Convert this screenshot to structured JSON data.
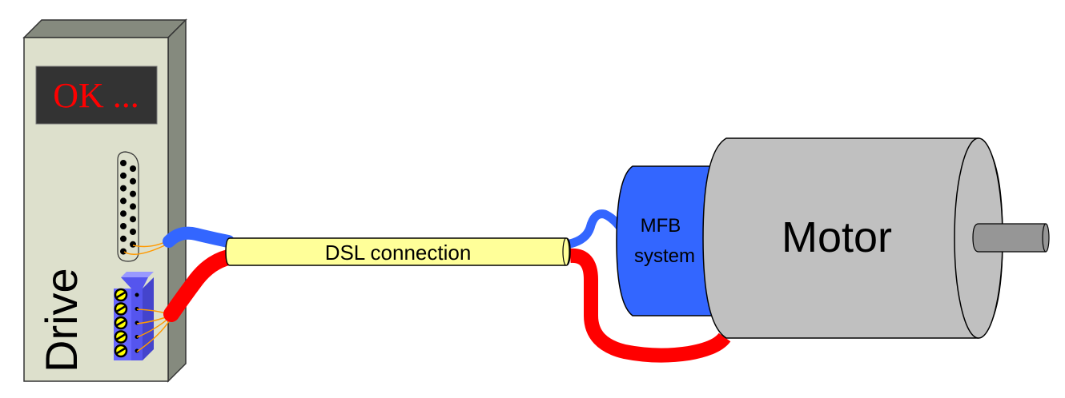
{
  "diagram": {
    "drive": {
      "label": "Drive",
      "display_text": "OK ...",
      "display_text_color": "#ff0000"
    },
    "cable": {
      "label": "DSL connection"
    },
    "feedback": {
      "label_line1": "MFB",
      "label_line2": "system"
    },
    "motor": {
      "label": "Motor"
    },
    "colors": {
      "drive_front": "#dde0cc",
      "drive_side": "#858a7e",
      "display_bg": "#333333",
      "cable_jacket": "#ffff99",
      "signal_wire": "#3366ff",
      "power_wire": "#ff0000",
      "thin_wire": "#ff9900",
      "terminal_block": "#5555ee",
      "screw": "#ffff00",
      "mfb_body": "#3366ff",
      "motor_body": "#c0c0c0",
      "motor_shaft": "#969696"
    }
  }
}
